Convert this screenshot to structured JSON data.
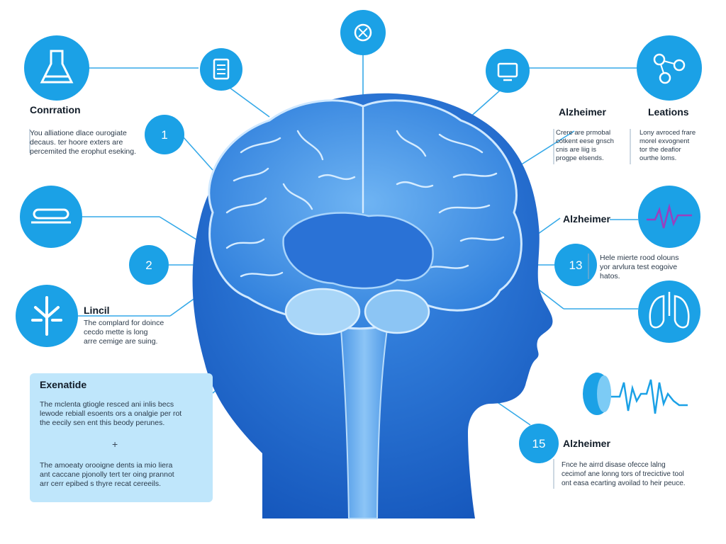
{
  "colors": {
    "primary": "#1ba1e6",
    "head": "#1e6fd0",
    "head_light": "#4d9ae8",
    "brain": "#3f8fe6",
    "card": "#bfe6fb",
    "wave": "#1ba1e6"
  },
  "icons": [
    "flask-icon",
    "document-icon",
    "brain-icon",
    "monitor-icon",
    "molecule-icon",
    "waveform-icon",
    "neuron-icon",
    "lungs-icon",
    "pulse-wave-icon"
  ],
  "labels": {
    "num_1": "1",
    "num_2": "2",
    "num_13": "13",
    "num_15": "15"
  },
  "left": {
    "contraction": {
      "title": "Conrration",
      "lines": [
        "You alliatione dlace ourogiate",
        "decaus. ter hoore exters are",
        "percemited the erophut eseking."
      ]
    },
    "lincil": {
      "title": "Lincil",
      "lines": [
        "The complard for doince",
        "cecdo mette is long",
        "arre cemige are suing."
      ]
    },
    "card": {
      "title": "Exenatide",
      "para1": [
        "The mclenta gtiogle resced ani inlis becs",
        "lewode rebiall esoents ors a onalgie per rot",
        "the eecily sen ent this beody perunes."
      ],
      "plus": "+",
      "para2": [
        "The amoeaty orooigne dents ia mio liera",
        "ant caccane pjonolly tert ter oing prannot",
        "arr cerr epibed s thyre recat cereeils."
      ]
    }
  },
  "right": {
    "alzheimer_top": {
      "title": "Alzheimer",
      "lines": [
        "Crere are prmobal",
        "cotkent eese gnsch",
        "cnis are liig is",
        "progpe elsends."
      ]
    },
    "leations": {
      "title": "Leations",
      "lines": [
        "Lony avroced frare",
        "morel exvognent",
        "tor the deafior",
        "ourthe loms."
      ]
    },
    "alzheimer_mid": {
      "title": "Alzheimer"
    },
    "item13": {
      "lines": [
        "Hele mierte rood olouns",
        "yor arvlura test eogoive",
        "hatos."
      ]
    },
    "alzheimer_bottom": {
      "title": "Alzheimer",
      "lines": [
        "Fnce he airrd disase ofecce lalng",
        "cecimof ane lonng tors of trecictive tool",
        "ont easa ecarting avoilad to heir peuce."
      ]
    }
  }
}
